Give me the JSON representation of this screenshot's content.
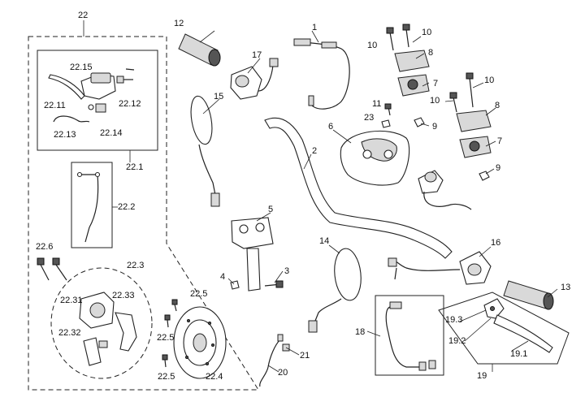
{
  "labels": {
    "l1": "1",
    "l2": "2",
    "l3": "3",
    "l4": "4",
    "l5": "5",
    "l6": "6",
    "l7a": "7",
    "l7b": "7",
    "l8a": "8",
    "l8b": "8",
    "l9a": "9",
    "l9b": "9",
    "l10a": "10",
    "l10b": "10",
    "l10c": "10",
    "l10d": "10",
    "l11": "11",
    "l12": "12",
    "l13": "13",
    "l14": "14",
    "l15": "15",
    "l16": "16",
    "l17": "17",
    "l18": "18",
    "l19": "19",
    "l19_1": "19.1",
    "l19_2": "19.2",
    "l19_3": "19.3",
    "l20": "20",
    "l21": "21",
    "l22": "22",
    "l22_1": "22.1",
    "l22_11": "22.11",
    "l22_12": "22.12",
    "l22_13": "22.13",
    "l22_14": "22.14",
    "l22_15": "22.15",
    "l22_2": "22.2",
    "l22_3": "22.3",
    "l22_31": "22.31",
    "l22_32": "22.32",
    "l22_33": "22.33",
    "l22_4": "22.4",
    "l22_5a": "22.5",
    "l22_5b": "22.5",
    "l22_5c": "22.5",
    "l22_6": "22.6",
    "l23": "23"
  }
}
